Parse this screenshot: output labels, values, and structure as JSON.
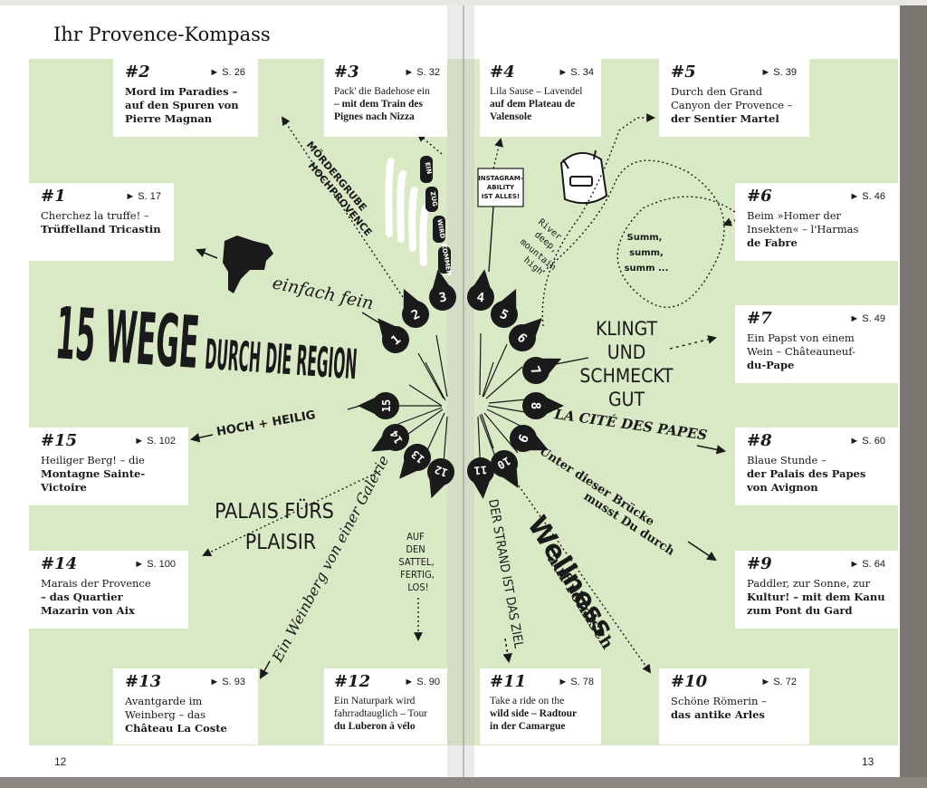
{
  "page_title": "Ihr Provence-Kompass",
  "page_left": "12",
  "page_right": "13",
  "headline": {
    "part1": "15 WEGE",
    "part2": "DURCH DIE REGION"
  },
  "colors": {
    "background_green": "#d9e8c5",
    "ink": "#1a1a1a",
    "card": "#ffffff"
  },
  "cards": [
    {
      "num": "#1",
      "page": "► S. 17",
      "line1": "Cherchez la truffe! –",
      "line2": "Trüffelland Tricastin"
    },
    {
      "num": "#2",
      "page": "► S. 26",
      "line1": "Mord im Paradies –",
      "line2": "auf den Spuren von",
      "line3": "Pierre Magnan"
    },
    {
      "num": "#3",
      "page": "► S. 32",
      "line1": "Pack' die Badehose ein",
      "line2": "– mit dem Train des",
      "line3": "Pignes nach Nizza"
    },
    {
      "num": "#4",
      "page": "► S. 34",
      "line1": "Lila Sause – Lavendel",
      "line2": "auf dem Plateau de",
      "line3": "Valensole"
    },
    {
      "num": "#5",
      "page": "► S. 39",
      "line1": "Durch den Grand",
      "line2": "Canyon der Provence –",
      "line3": "der Sentier Martel"
    },
    {
      "num": "#6",
      "page": "► S. 46",
      "line1": "Beim »Homer der",
      "line2": "Insekten« – l'Harmas",
      "line3": "de Fabre"
    },
    {
      "num": "#7",
      "page": "► S. 49",
      "line1": "Ein Papst von einem",
      "line2": "Wein – Châteauneuf-",
      "line3": "du-Pape"
    },
    {
      "num": "#8",
      "page": "► S. 60",
      "line1": "Blaue Stunde –",
      "line2": "der Palais des Papes",
      "line3": "von Avignon"
    },
    {
      "num": "#9",
      "page": "► S. 64",
      "line1": "Paddler, zur Sonne, zur",
      "line2": "Kultur! – mit dem Kanu",
      "line3": "zum Pont du Gard"
    },
    {
      "num": "#10",
      "page": "► S. 72",
      "line1": "Schöne Römerin –",
      "line2": "das antike Arles"
    },
    {
      "num": "#11",
      "page": "► S. 78",
      "line1": "Take a ride on the",
      "line2": "wild side – Radtour",
      "line3": "in der Camargue"
    },
    {
      "num": "#12",
      "page": "► S. 90",
      "line1": "Ein Naturpark wird",
      "line2": "fahrradtauglich – Tour",
      "line3": "du Luberon à vélo"
    },
    {
      "num": "#13",
      "page": "► S. 93",
      "line1": "Avantgarde im",
      "line2": "Weinberg – das",
      "line3": "Château La Coste"
    },
    {
      "num": "#14",
      "page": "► S. 100",
      "line1": "Marais der Provence",
      "line2": "– das Quartier",
      "line3": "Mazarin von Aix"
    },
    {
      "num": "#15",
      "page": "► S. 102",
      "line1": "Heiliger Berg! – die",
      "line2": "Montagne Sainte-",
      "line3": "Victoire"
    }
  ],
  "pins": [
    "1",
    "2",
    "3",
    "4",
    "5",
    "6",
    "7",
    "8",
    "9",
    "10",
    "11",
    "12",
    "13",
    "14",
    "15"
  ],
  "labels": {
    "einfach_fein": "einfach fein",
    "moerdergrube_1": "MÖRDERGRUBE",
    "moerdergrube_2": "HOCHPROVENCE",
    "ein_zug": [
      "EIN",
      "ZUG",
      "WIRD",
      "KOMMEN"
    ],
    "instagram": [
      "INSTAGRAM-",
      "ABILITY",
      "IST ALLES!"
    ],
    "river": [
      "River",
      "deep,",
      "mountain",
      "high"
    ],
    "summ": [
      "Summ,",
      "summ,",
      "summ ..."
    ],
    "klingt": [
      "KLINGT",
      "UND",
      "SCHMECKT",
      "GUT"
    ],
    "cite": "LA CITÉ DES PAPES",
    "bruecke_1": "Unter dieser Brücke",
    "bruecke_2": "musst Du durch",
    "wellness_1": "Wellness",
    "wellness_2": "auf römisch",
    "strand": "DER STRAND IST DAS ZIEL",
    "sattel": [
      "AUF",
      "DEN",
      "SATTEL,",
      "FERTIG,",
      "LOS!"
    ],
    "weinberg": "Ein Weinberg von einer Galerie",
    "palais": [
      "PALAIS FÜRS",
      "PLAISIR"
    ],
    "hoch": "HOCH + HEILIG"
  }
}
